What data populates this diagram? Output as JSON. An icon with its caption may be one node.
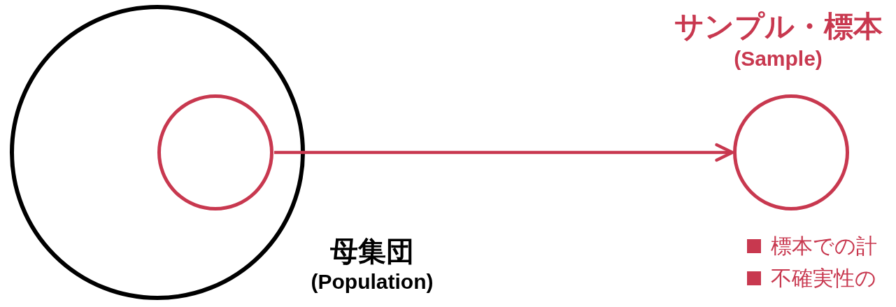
{
  "diagram": {
    "nodes": [
      {
        "text": [
          "母集団",
          "(Population)"
        ]
      },
      {
        "text": [],
        "shape": "circle",
        "in": 0
      },
      {
        "text": [
          "サンプル・標本",
          "(Sample)"
        ]
      }
    ],
    "edges": [
      {
        "from": 1,
        "to": 2,
        "arrow": "to"
      }
    ],
    "labels": [
      "標本での計",
      "不確実性の"
    ]
  }
}
